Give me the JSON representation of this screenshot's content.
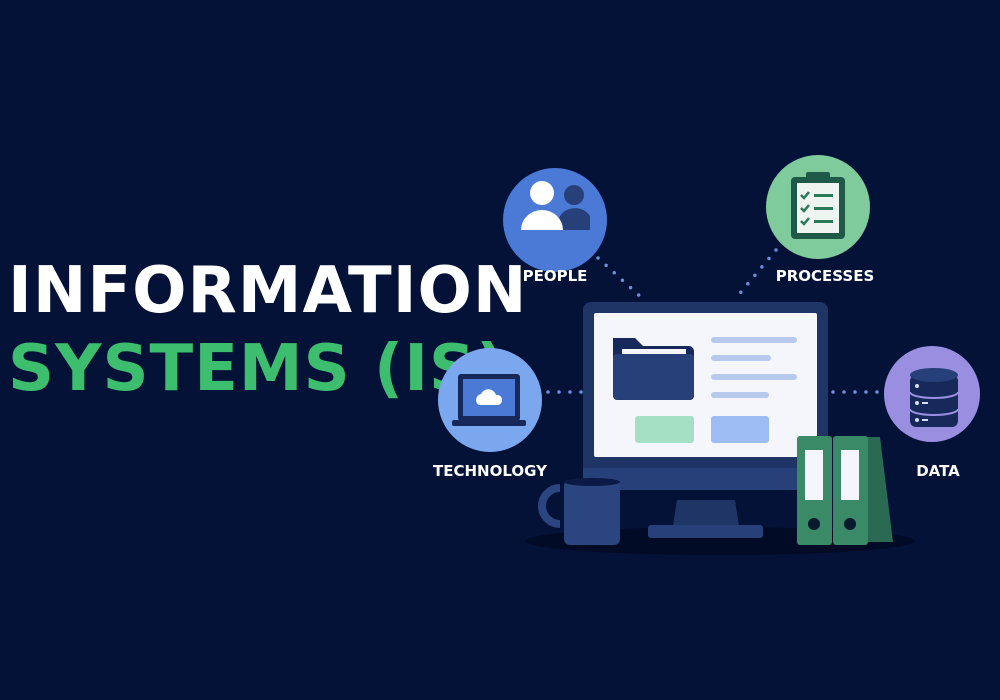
{
  "title": {
    "line1": "INFORMATION",
    "line2": "SYSTEMS (IS)"
  },
  "components": [
    {
      "label": "PEOPLE",
      "icon": "people-icon",
      "color": "#4a7ad6"
    },
    {
      "label": "PROCESSES",
      "icon": "clipboard-checklist-icon",
      "color": "#7fcb9c"
    },
    {
      "label": "TECHNOLOGY",
      "icon": "laptop-cloud-icon",
      "color": "#7ba7ee"
    },
    {
      "label": "DATA",
      "icon": "database-icon",
      "color": "#9a8ee0"
    }
  ],
  "colors": {
    "background": "#041238",
    "title_primary": "#ffffff",
    "title_accent": "#3dbd6e"
  }
}
